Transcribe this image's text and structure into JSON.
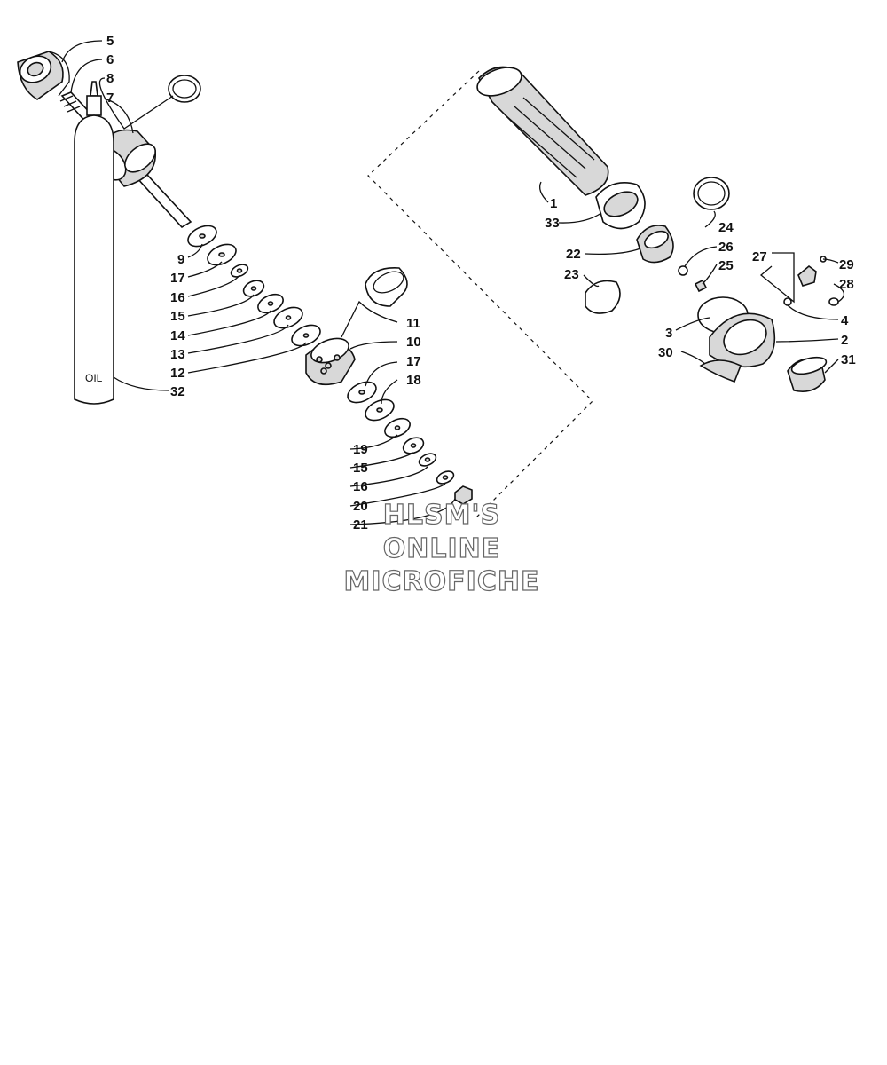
{
  "diagram": {
    "oil_bottle_text": "OIL",
    "watermark": [
      "HLSM'S",
      "ONLINE",
      "MICROFICHE"
    ],
    "callouts": {
      "c1": "1",
      "c2": "2",
      "c3": "3",
      "c4": "4",
      "c5": "5",
      "c6": "6",
      "c7": "7",
      "c8": "8",
      "c9": "9",
      "c10": "10",
      "c11": "11",
      "c12": "12",
      "c13": "13",
      "c14": "14",
      "c15a": "15",
      "c15b": "15",
      "c16a": "16",
      "c16b": "16",
      "c17a": "17",
      "c17b": "17",
      "c18": "18",
      "c19": "19",
      "c20": "20",
      "c21": "21",
      "c22": "22",
      "c23": "23",
      "c24": "24",
      "c25": "25",
      "c26": "26",
      "c27": "27",
      "c28": "28",
      "c29": "29",
      "c30": "30",
      "c31": "31",
      "c32": "32",
      "c33": "33"
    }
  }
}
